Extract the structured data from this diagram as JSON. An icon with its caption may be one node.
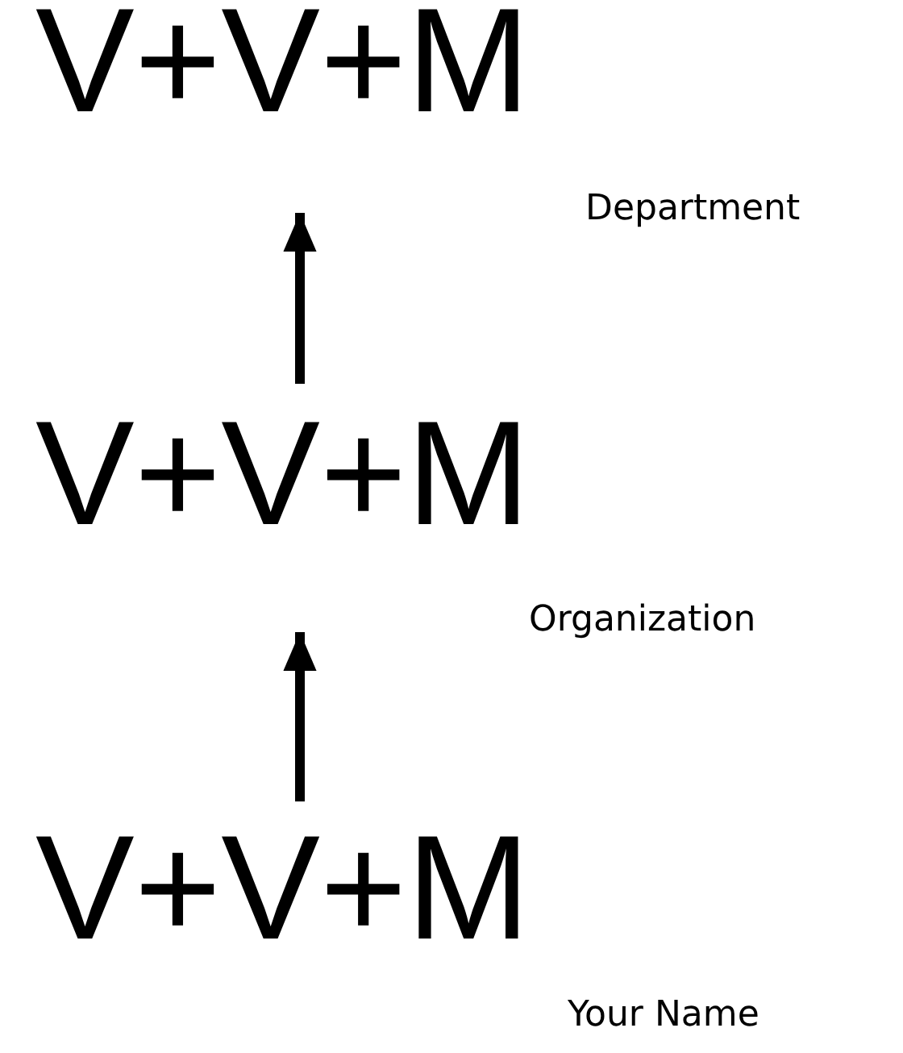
{
  "diagram": {
    "nodes": [
      {
        "text": [
          "V+V+M"
        ],
        "beside": [
          "Department"
        ]
      },
      {
        "text": [
          "V+V+M"
        ],
        "beside": [
          "Organization"
        ]
      },
      {
        "text": [
          "V+V+M"
        ],
        "beside": [
          "Your Name"
        ]
      }
    ],
    "edges": [
      {
        "from": 2,
        "to": 1,
        "arrow": "to"
      },
      {
        "from": 1,
        "to": 0,
        "arrow": "to"
      }
    ]
  }
}
